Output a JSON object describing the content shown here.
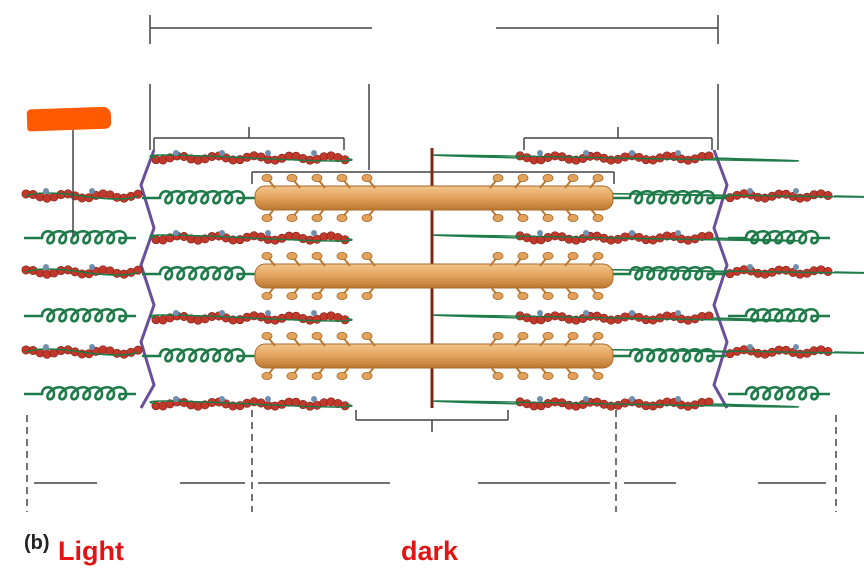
{
  "figure": {
    "panel_letter": "(b)",
    "left_label": "Light",
    "right_label": "dark"
  },
  "colors": {
    "label_red": "#e41414",
    "annotation_orange": "#ff5a00",
    "thin_filament_red": "#c0392b",
    "thick_filament_tan": "#e3a25c",
    "titin_green": "#1e7a48",
    "z_disc_purple": "#6a4f9a",
    "m_line_brown": "#7a2a1a",
    "tropomyosin_blue": "#6f8fb0",
    "bracket_line": "#444444"
  },
  "icons": {
    "thin_filament": "actin-filament-icon",
    "thick_filament": "myosin-filament-icon",
    "elastic_filament": "titin-coil-icon"
  }
}
